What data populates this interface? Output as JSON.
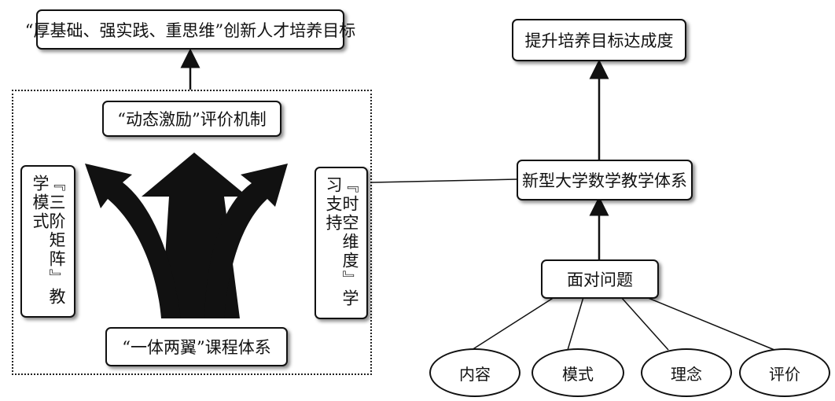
{
  "left": {
    "goal": "“厚基础、强实践、重思维”创新人才培养目标",
    "evaluation": "“动态激励”评价机制",
    "teaching_mode": "『三阶矩阵』教学模式",
    "learning_support": "『时空维度』学习支持",
    "curriculum": "“一体两翼”课程体系"
  },
  "right": {
    "goal": "提升培养目标达成度",
    "system": "新型大学数学教学体系",
    "problem": "面对问题",
    "aspects": [
      "内容",
      "模式",
      "理念",
      "评价"
    ]
  }
}
